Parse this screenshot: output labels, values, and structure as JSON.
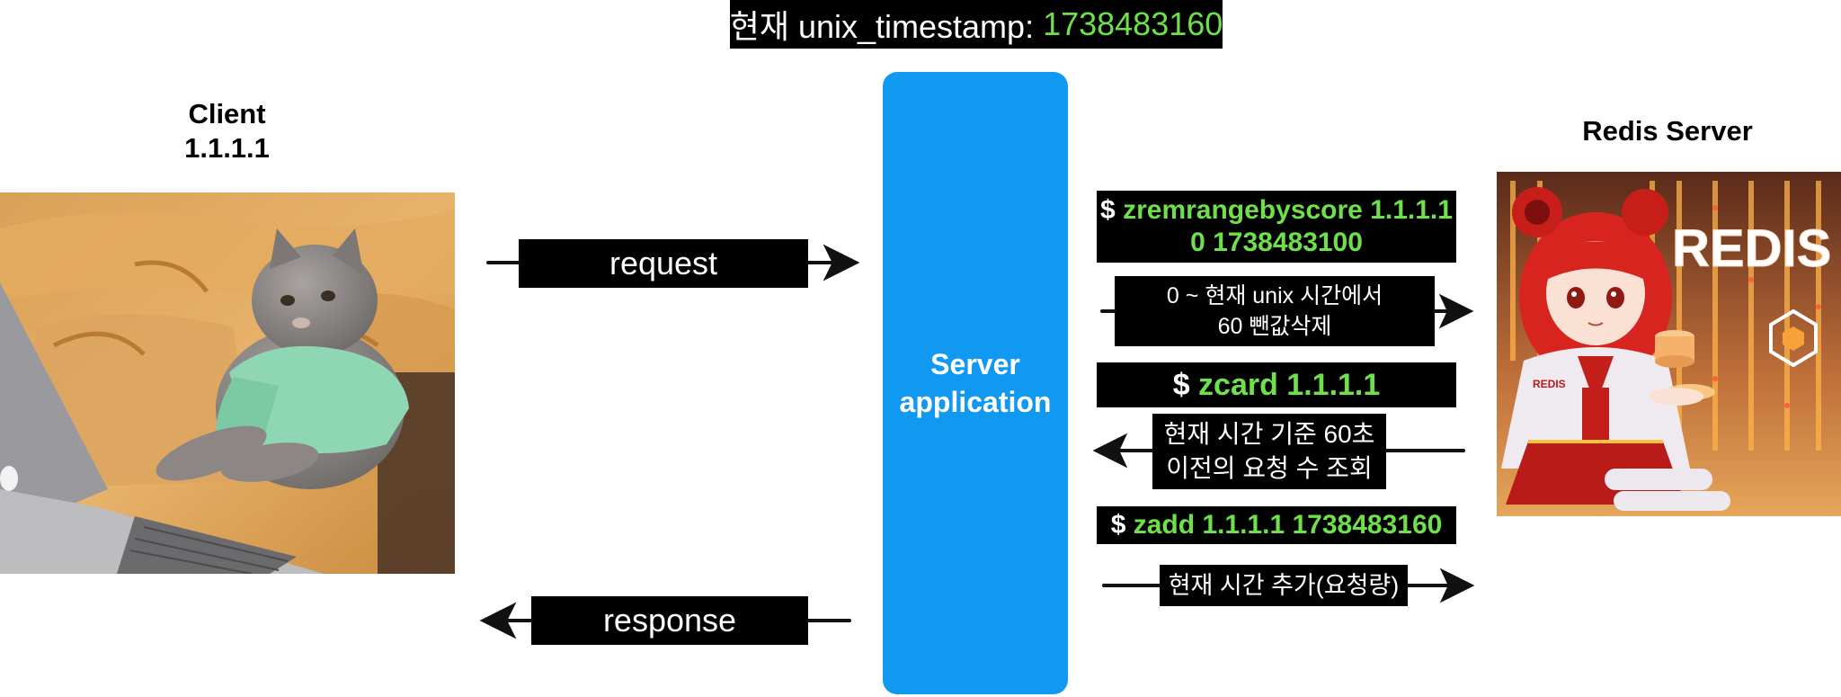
{
  "header": {
    "prefix": "현재 unix_timestamp: ",
    "timestamp": "1738483160"
  },
  "client": {
    "title": "Client",
    "ip": "1.1.1.1",
    "photo_icon": "cat-typing-on-laptop-image"
  },
  "server": {
    "line1": "Server",
    "line2": "application"
  },
  "redis": {
    "title": "Redis Server",
    "photo_icon": "redis-mascot-image",
    "logo_text": "REDIS"
  },
  "flows": {
    "request": "request",
    "response": "response"
  },
  "commands": [
    {
      "prompt": "$ ",
      "line1": "zremrangebyscore 1.1.1.1",
      "line2": "0 1738483100"
    },
    {
      "prompt": "$ ",
      "line1": "zcard 1.1.1.1"
    },
    {
      "prompt": "$ ",
      "line1": "zadd 1.1.1.1 1738483160"
    }
  ],
  "descriptions": [
    {
      "line1": "0 ~ 현재 unix 시간에서",
      "line2": "60 뺀값삭제"
    },
    {
      "line1": "현재 시간 기준 60초",
      "line2": "이전의 요청 수 조회"
    },
    {
      "line1": "현재 시간 추가(요청량)"
    }
  ],
  "colors": {
    "server_blue": "#1199f2",
    "command_green": "#6ee04a",
    "box_black": "#000000"
  }
}
